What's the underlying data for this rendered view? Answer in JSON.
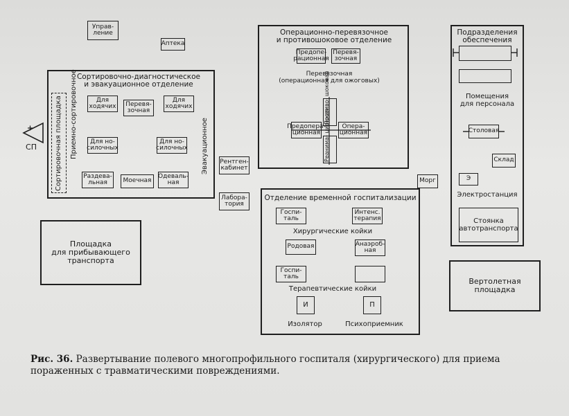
{
  "figure": {
    "caption_label": "Рис. 36.",
    "caption_text": "Развертывание полевого многопрофильного госпиталя (хирургического) для приема пораженных с травматическими повреждениями."
  },
  "departments": {
    "management": "Управ-\nление",
    "pharmacy": "Аптека",
    "sorting": {
      "title": "Сортировочно-диагностическое\nи эвакуационное отделение",
      "sorting_area": "Сортировочная площадка",
      "reception": "Приемно-сортировочное",
      "evacuation": "Эвакуационное",
      "walking_1": "Для\nходячих",
      "dressing": "Перевя-\nзочная",
      "walking_2": "Для\nходячих",
      "stretcher_1": "Для но-\nсилочных",
      "stretcher_2": "Для но-\nсилочных",
      "undressing": "Раздева-\nльная",
      "washing": "Моечная",
      "dressing_room": "Одеваль-\nная"
    },
    "sp_label": "СП",
    "operating": {
      "title": "Операционно-перевязочное\nи противошоковое отделение",
      "preop_dressing": "Предопе-\nрационная",
      "dressing": "Перевя-\nзочная",
      "burn_dressing": "Перевязочная\n(операционная для ожоговых)",
      "anti_shock": "Противо-\nшоковая",
      "preop": "Предопера-\nционная",
      "operating": "Опера-\nционная",
      "resuscitation": "Реанима-\nционная"
    },
    "xray": "Рентген-\nкабинет",
    "laboratory": "Лабора-\nтория",
    "morgue": "Морг",
    "support": {
      "title": "Подразделения\nобеспечения",
      "staff_rooms": "Помещения\nдля персонала",
      "canteen": "Столовая",
      "warehouse": "Склад",
      "power_symbol": "Э",
      "power_station": "Электростанция",
      "parking": "Стоянка\nавтотранспорта"
    },
    "temporary": {
      "title": "Отделение временной госпитализации",
      "hospital_1": "Госпи-\nталь",
      "intensive": "Интенс.\nтерапия",
      "surgical_beds": "Хирургические койки",
      "maternity": "Родовая",
      "anaerobic": "Анаэроб-\nная",
      "hospital_2": "Госпи-\nталь",
      "therapeutic_beds": "Терапевтические койки",
      "isolator_symbol": "И",
      "isolator": "Изолятор",
      "psych_symbol": "П",
      "psych": "Психоприемник"
    },
    "arrival_area": "Площадка\nдля прибывающего\nтранспорта",
    "helipad": "Вертолетная\nплощадка"
  }
}
